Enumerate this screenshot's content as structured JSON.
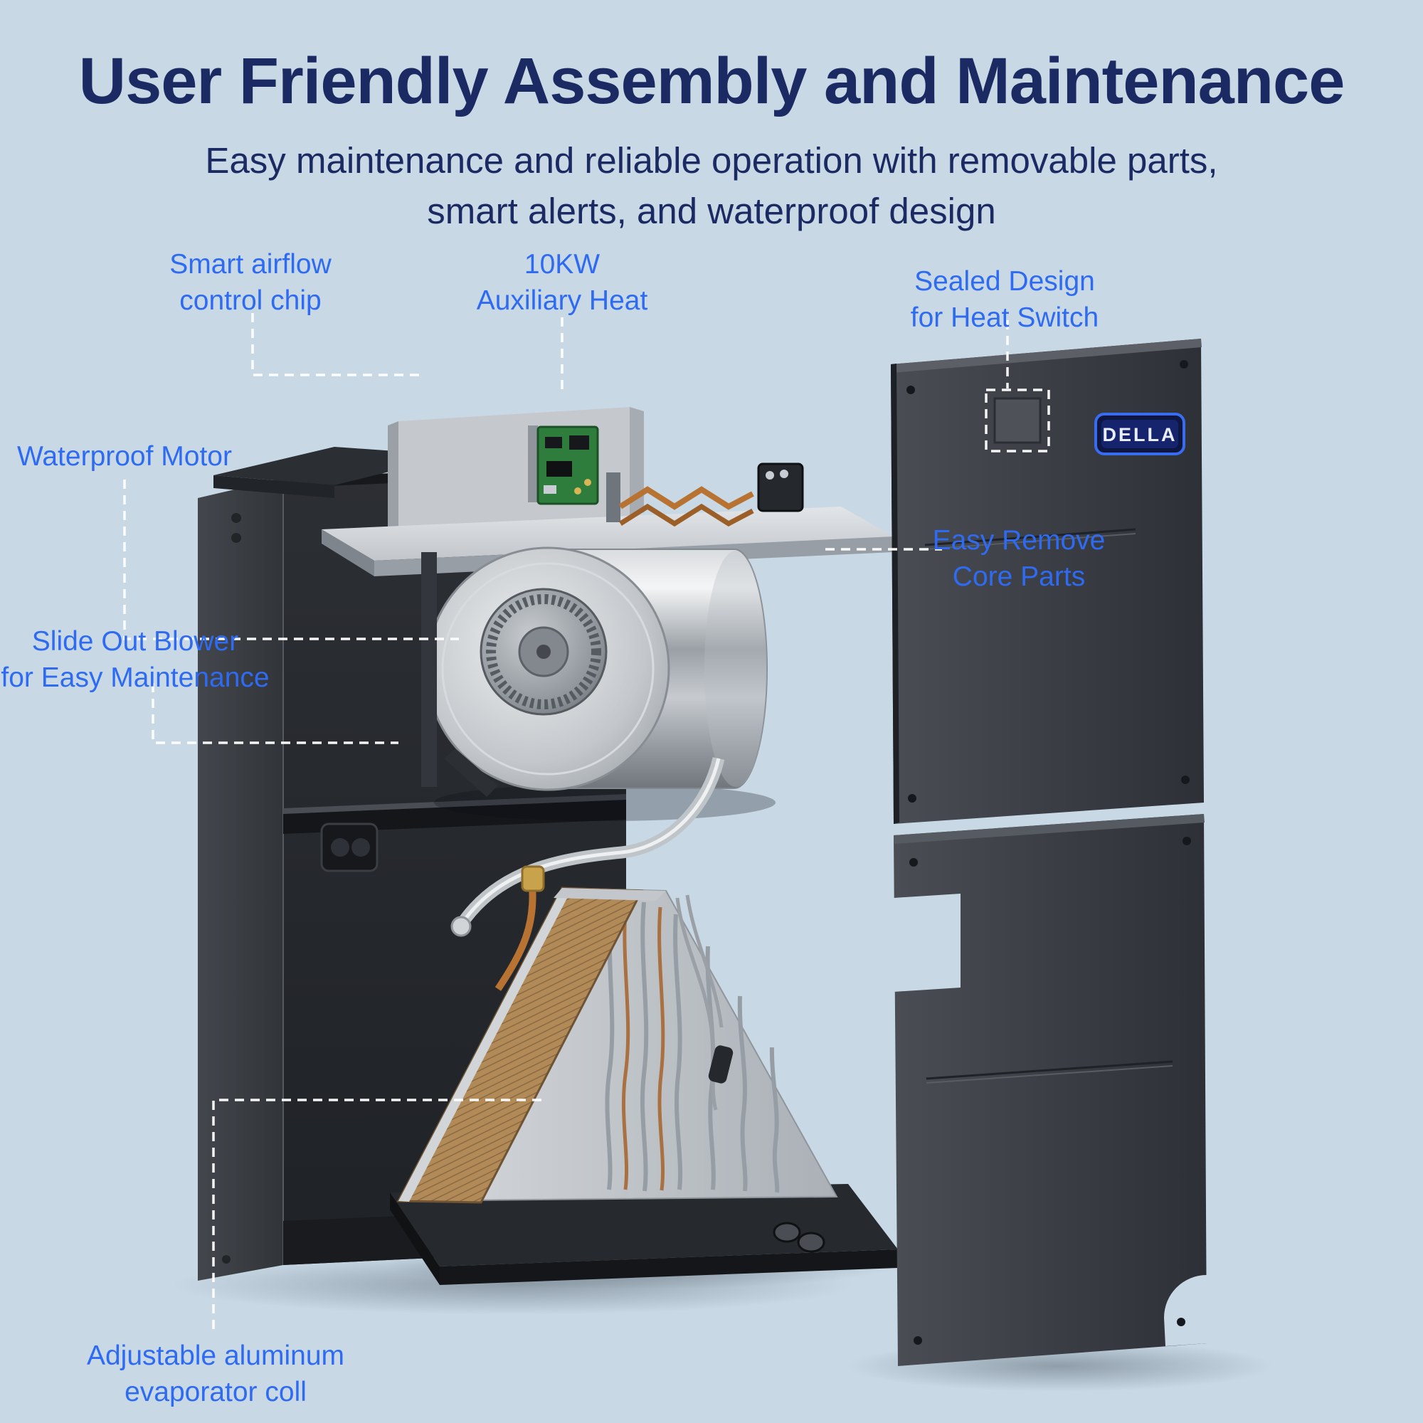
{
  "colors": {
    "bg": "#c8d9e5",
    "navy": "#1c2a63",
    "accent": "#2e6bf2",
    "badge_blue": "#3a6cf0"
  },
  "header": {
    "title": "User Friendly Assembly and Maintenance",
    "subtitle_line1": "Easy maintenance and reliable operation with removable parts,",
    "subtitle_line2": "smart alerts, and waterproof design"
  },
  "callouts": {
    "smart_chip": {
      "line1": "Smart airflow",
      "line2": "control chip"
    },
    "aux_heat": {
      "line1": "10KW",
      "line2": "Auxiliary Heat"
    },
    "sealed": {
      "line1": "Sealed Design",
      "line2": "for Heat Switch"
    },
    "motor": {
      "line1": "Waterproof Motor"
    },
    "core_parts": {
      "line1": "Easy Remove",
      "line2": "Core Parts"
    },
    "blower": {
      "line1": "Slide Out Blower",
      "line2": "for Easy Maintenance"
    },
    "coil": {
      "line1": "Adjustable aluminum",
      "line2": "evaporator coll"
    }
  },
  "product": {
    "brand": "DELLA"
  }
}
